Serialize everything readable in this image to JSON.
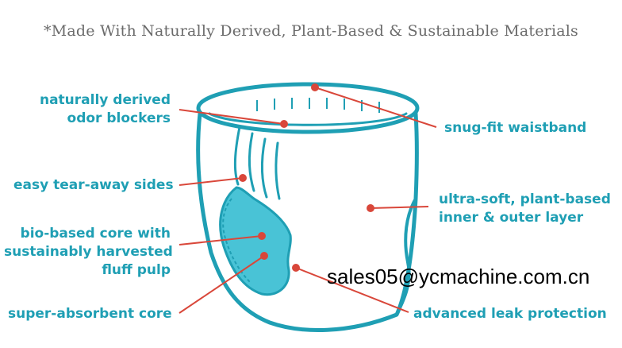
{
  "headline": "*Made With Naturally Derived, Plant-Based & Sustainable Materials",
  "labels": {
    "odor_line1": "naturally derived",
    "odor_line2": "odor blockers",
    "tear": "easy tear-away sides",
    "core_line1": "bio-based core with",
    "core_line2": "sustainably harvested",
    "core_line3": "fluff pulp",
    "absorbent": "super-absorbent core",
    "waistband": "snug-fit waistband",
    "layer_line1": "ultra-soft, plant-based",
    "layer_line2": "inner & outer layer",
    "leak": "advanced leak protection"
  },
  "watermark": "sales05@ycmachine.com.cn",
  "colors": {
    "outline": "#1f9fb4",
    "core_fill": "#49c3d6",
    "label_text": "#1f9fb4",
    "pointer": "#d9473a",
    "headline_text": "#6b6b6b"
  }
}
